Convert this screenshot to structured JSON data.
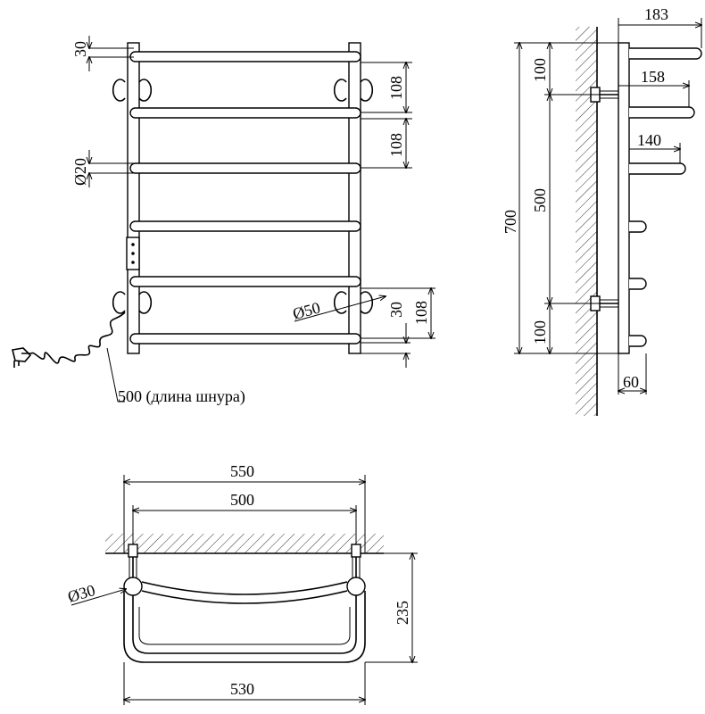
{
  "front_view": {
    "dim_top_offset": "30",
    "dim_rail_diameter": "Ø20",
    "dim_spacing_1": "108",
    "dim_spacing_2": "108",
    "dim_bottom_offset": "30",
    "dim_bottom_spacing": "108",
    "dim_flange_diameter": "Ø50",
    "cord_label": "500 (длина шнура)"
  },
  "side_view": {
    "dim_total_height": "700",
    "dim_top": "100",
    "dim_middle": "500",
    "dim_bottom": "100",
    "dim_depth_top": "183",
    "dim_depth_2": "158",
    "dim_depth_3": "140",
    "dim_wall_offset": "60"
  },
  "top_view": {
    "dim_outer_width": "550",
    "dim_mount_width": "500",
    "dim_depth": "235",
    "dim_pipe_diameter": "Ø30",
    "dim_bottom_width": "530"
  }
}
